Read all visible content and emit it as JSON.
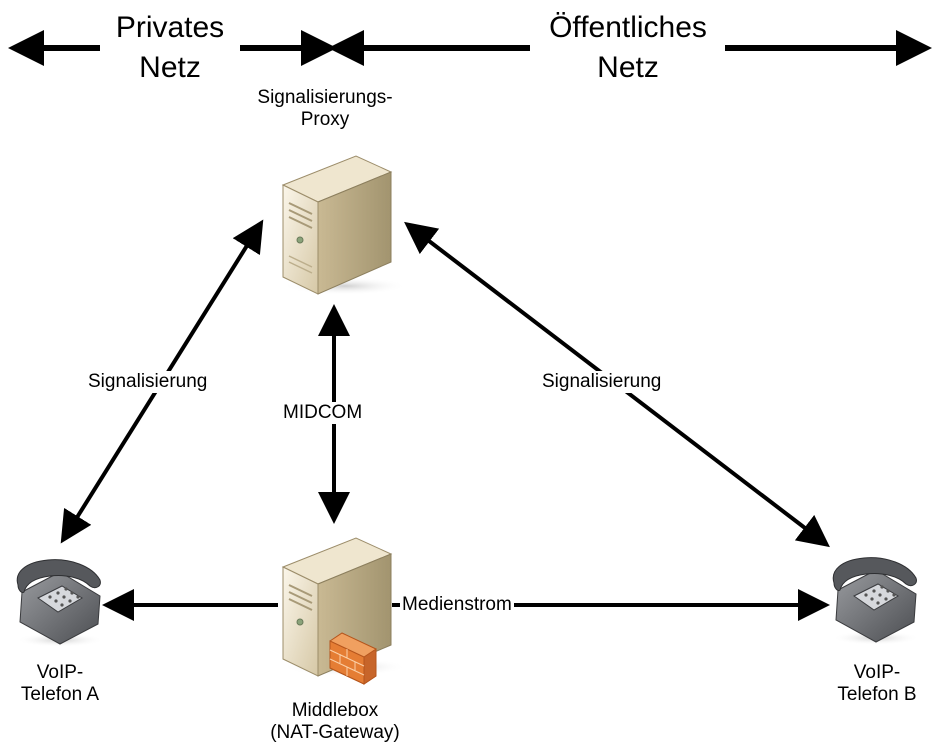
{
  "regions": {
    "private": {
      "line1": "Privates",
      "line2": "Netz"
    },
    "public": {
      "line1": "Öffentliches",
      "line2": "Netz"
    }
  },
  "nodes": {
    "proxy": {
      "line1": "Signalisierungs-",
      "line2": "Proxy",
      "icon": "server-icon"
    },
    "middlebox": {
      "line1": "Middlebox",
      "line2": "(NAT-Gateway)",
      "icon": "server-with-firewall-icon"
    },
    "phone_a": {
      "line1": "VoIP-",
      "line2": "Telefon A",
      "icon": "telephone-icon"
    },
    "phone_b": {
      "line1": "VoIP-",
      "line2": "Telefon B",
      "icon": "telephone-icon"
    }
  },
  "edges": {
    "sig_a": "Signalisierung",
    "sig_b": "Signalisierung",
    "midcom": "MIDCOM",
    "media": "Medienstrom"
  },
  "colors": {
    "server_light": "#f4ecd8",
    "server_mid": "#d9ccad",
    "server_dark": "#a89a78",
    "phone": "#6f7175",
    "firewall": "#e8823a",
    "arrow": "#000000"
  }
}
